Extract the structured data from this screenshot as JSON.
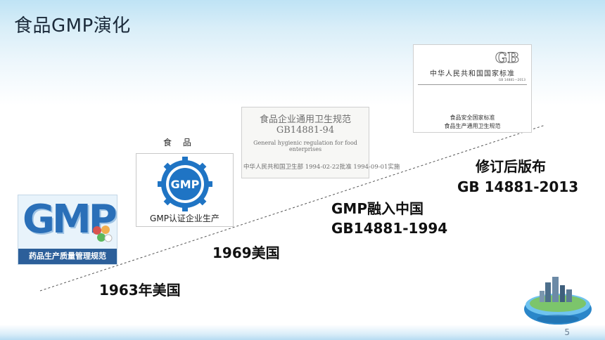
{
  "slide": {
    "title": "食品GMP演化",
    "page_number": "5"
  },
  "images": {
    "gmp_logo": {
      "letters": "GMP",
      "band_text": "药品生产质量管理规范",
      "color": "#2a6fb8"
    },
    "gmp_cert": {
      "top_label": "食 品",
      "badge_text": "GMP",
      "caption": "GMP认证企业生产",
      "color": "#1f74c4"
    },
    "doc_1994": {
      "title": "食品企业通用卫生规范 GB14881-94",
      "english": "General hygienic regulation for food enterprises",
      "footer": "中华人民共和国卫生部 1994-02-22批准 1994-09-01实施"
    },
    "doc_2013": {
      "gb_mark": "GB",
      "header": "中华人民共和国国家标准",
      "number": "GB 14881—2013",
      "subtitle1": "食品安全国家标准",
      "subtitle2": "食品生产通用卫生规范"
    }
  },
  "milestones": [
    {
      "label": "1963年美国"
    },
    {
      "label": "1969美国"
    },
    {
      "label": "GMP融入中国",
      "sub": "GB14881-1994"
    },
    {
      "label": "修订后版布",
      "sub": "GB 14881-2013"
    }
  ]
}
